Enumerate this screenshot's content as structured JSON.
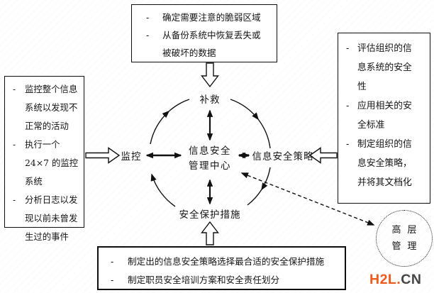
{
  "bullet": "-",
  "boxes": {
    "top": {
      "items": [
        "确定需要注意的脆弱区域",
        "从备份系统中恢复丢失或被破坏的数据"
      ]
    },
    "left": {
      "items": [
        "监控整个信息系统以发现不正常的活动",
        "执行一个 24×7 的监控系统",
        "分析日志以发现以前未曾发生过的事件"
      ]
    },
    "right": {
      "items": [
        "评估组织的信息系统的安全性",
        "应用相关的安全标准",
        "制定组织的信息安全策略，并将其文档化"
      ]
    },
    "bottom": {
      "items": [
        "制定出的信息安全策略选择最合适的安全保护措施",
        "制定职员安全培训方案和安全责任划分"
      ]
    }
  },
  "cycle": {
    "center_line1": "信息安全",
    "center_line2": "管理中心",
    "node_top": "补救",
    "node_left": "监控",
    "node_right": "信息安全策略",
    "node_bottom": "安全保护措施"
  },
  "senior_management": {
    "line1": "高层",
    "line2": "管理"
  },
  "watermark": {
    "h2l": "H2L",
    "dot": ".",
    "cn": "CN"
  },
  "colors": {
    "line": "#111111",
    "watermark_orange": "#f05a1c",
    "watermark_dark": "#454545"
  }
}
